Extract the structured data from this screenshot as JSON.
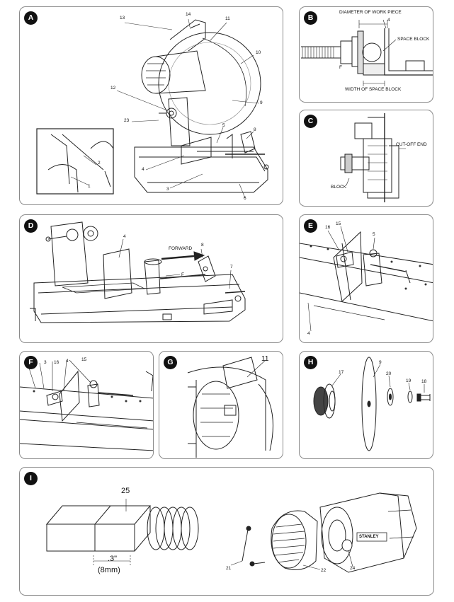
{
  "panels": {
    "A": {
      "letter": "A",
      "labels": {
        "n1": "1",
        "n2": "2",
        "n3": "3",
        "n4": "4",
        "n5": "5",
        "n6": "6",
        "n8": "8",
        "n9": "9",
        "n10": "10",
        "n11": "11",
        "n12": "12",
        "n13": "13",
        "n14": "14",
        "n23": "23"
      }
    },
    "B": {
      "letter": "B",
      "labels": {
        "diameter": "DIAMETER OF WORK PIECE",
        "space_block": "SPACE BLOCK",
        "width": "WIDTH OF SPACE BLOCK",
        "n4": "4",
        "F": "F"
      }
    },
    "C": {
      "letter": "C",
      "labels": {
        "cutoff": "CUT-OFF END",
        "block": "BLOCK"
      }
    },
    "D": {
      "letter": "D",
      "labels": {
        "forward": "FORWARD",
        "n4": "4",
        "n7": "7",
        "n8": "8",
        "F": "F"
      }
    },
    "E": {
      "letter": "E",
      "labels": {
        "n16": "16",
        "n15": "15",
        "n5": "5",
        "n4": "4"
      }
    },
    "F": {
      "letter": "F",
      "labels": {
        "n3": "3",
        "n16": "16",
        "n4": "4",
        "n15": "15"
      }
    },
    "G": {
      "letter": "G",
      "labels": {
        "n11": "11"
      }
    },
    "H": {
      "letter": "H",
      "labels": {
        "n17": "17",
        "n9": "9",
        "n20": "20",
        "n19": "19",
        "n18": "18"
      }
    },
    "I": {
      "letter": "I",
      "labels": {
        "n25": "25",
        "dim_in": ".3\"",
        "dim_mm": "(8mm)",
        "n21": "21",
        "n22": "22",
        "n24": "24",
        "brand": "STANLEY"
      }
    }
  }
}
